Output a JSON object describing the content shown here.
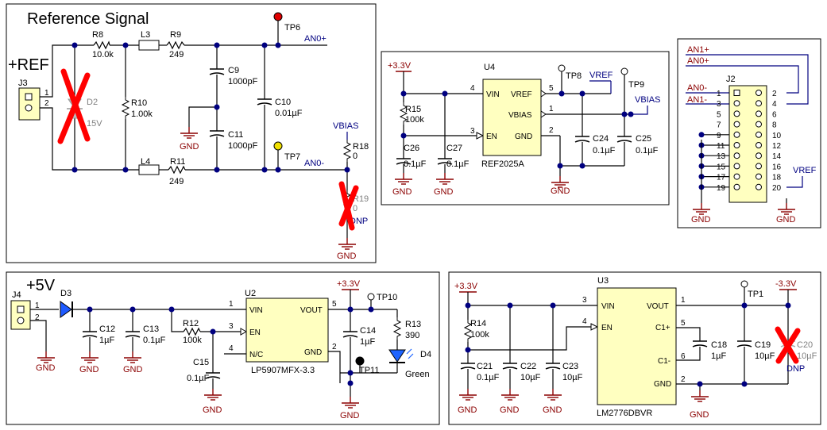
{
  "sections": {
    "reference": {
      "title": "Reference Signal",
      "ref_label": "+REF",
      "connector": "J3",
      "pins": [
        "1",
        "2"
      ],
      "parts": {
        "r8": "R8",
        "r8_val": "10.0k",
        "l3": "L3",
        "r9": "R9",
        "r9_val": "249",
        "d2": "D2",
        "d2_val": "15V",
        "r10": "R10",
        "r10_val": "1.00k",
        "c9": "C9",
        "c9_val": "1000pF",
        "c11": "C11",
        "c11_val": "1000pF",
        "c10": "C10",
        "c10_val": "0.01µF",
        "l4": "L4",
        "r11": "R11",
        "r11_val": "249",
        "tp6": "TP6",
        "tp7": "TP7",
        "an0p": "AN0+",
        "an0m": "AN0-",
        "vbias": "VBIAS",
        "r18": "R18",
        "r18_val": "0",
        "r19": "R19",
        "r19_val": "0",
        "dnp": "DNP",
        "gnd": "GND"
      }
    },
    "vref": {
      "supply": "+3.3V",
      "ic": "U4",
      "ic_part": "REF2025A",
      "pin_vin": "VIN",
      "pin_en": "EN",
      "pin_vref": "VREF",
      "pin_vbias": "VBIAS",
      "pin_gnd": "GND",
      "pin4": "4",
      "pin3": "3",
      "pin5": "5",
      "pin1": "1",
      "pin2": "2",
      "r15": "R15",
      "r15_val": "100k",
      "c26": "C26",
      "c26_val": "0.1µF",
      "c27": "C27",
      "c27_val": "0.1µF",
      "c24": "C24",
      "c24_val": "0.1µF",
      "c25": "C25",
      "c25_val": "0.1µF",
      "tp8": "TP8",
      "tp9": "TP9",
      "vref_net": "VREF",
      "vbias_net": "VBIAS",
      "gnd": "GND"
    },
    "header": {
      "connector": "J2",
      "an1p": "AN1+",
      "an0p": "AN0+",
      "an0m": "AN0-",
      "an1m": "AN1-",
      "left_pins": [
        "1",
        "3",
        "5",
        "7",
        "9",
        "11",
        "13",
        "15",
        "17",
        "19"
      ],
      "right_pins": [
        "2",
        "4",
        "6",
        "8",
        "10",
        "12",
        "14",
        "16",
        "18",
        "20"
      ],
      "vref": "VREF",
      "gnd": "GND"
    },
    "ldo": {
      "title": "+5V",
      "connector": "J4",
      "pins": [
        "1",
        "2"
      ],
      "d3": "D3",
      "c12": "C12",
      "c12_val": "1µF",
      "c13": "C13",
      "c13_val": "0.1µF",
      "r12": "R12",
      "r12_val": "100k",
      "c15": "C15",
      "c15_val": "0.1µF",
      "ic": "U2",
      "ic_part": "LP5907MFX-3.3",
      "pin_vin": "VIN",
      "pin_en": "EN",
      "pin_nc": "N/C",
      "pin_vout": "VOUT",
      "pin_gnd": "GND",
      "pin1": "1",
      "pin3": "3",
      "pin4": "4",
      "pin5": "5",
      "pin2": "2",
      "supply": "+3.3V",
      "tp10": "TP10",
      "tp11": "TP11",
      "c14": "C14",
      "c14_val": "1µF",
      "r13": "R13",
      "r13_val": "390",
      "d4": "D4",
      "d4_val": "Green",
      "gnd": "GND"
    },
    "inverter": {
      "supply": "+3.3V",
      "r14": "R14",
      "r14_val": "100k",
      "c21": "C21",
      "c21_val": "0.1µF",
      "c22": "C22",
      "c22_val": "10µF",
      "c23": "C23",
      "c23_val": "10µF",
      "ic": "U3",
      "ic_part": "LM2776DBVR",
      "pin_vin": "VIN",
      "pin_en": "EN",
      "pin_c1p": "C1+",
      "pin_c1m": "C1-",
      "pin_vout": "VOUT",
      "pin_gnd": "GND",
      "pin3": "3",
      "pin4": "4",
      "pin5": "5",
      "pin6": "6",
      "pin1": "1",
      "pin2": "2",
      "c18": "C18",
      "c18_val": "1µF",
      "c19": "C19",
      "c19_val": "10µF",
      "c20": "C20",
      "c20_val": "10µF",
      "dnp": "DNP",
      "tp1": "TP1",
      "out_net": "-3.3V",
      "gnd": "GND"
    }
  },
  "colors": {
    "wire": "#000000",
    "net_label": "#000080",
    "power": "#8b0000",
    "ic_fill": "#ffffc0",
    "dnp_cross": "#ff0000",
    "testpoint_red": "#e00000",
    "testpoint_yellow": "#f0e000",
    "led": "#1e64ff"
  }
}
